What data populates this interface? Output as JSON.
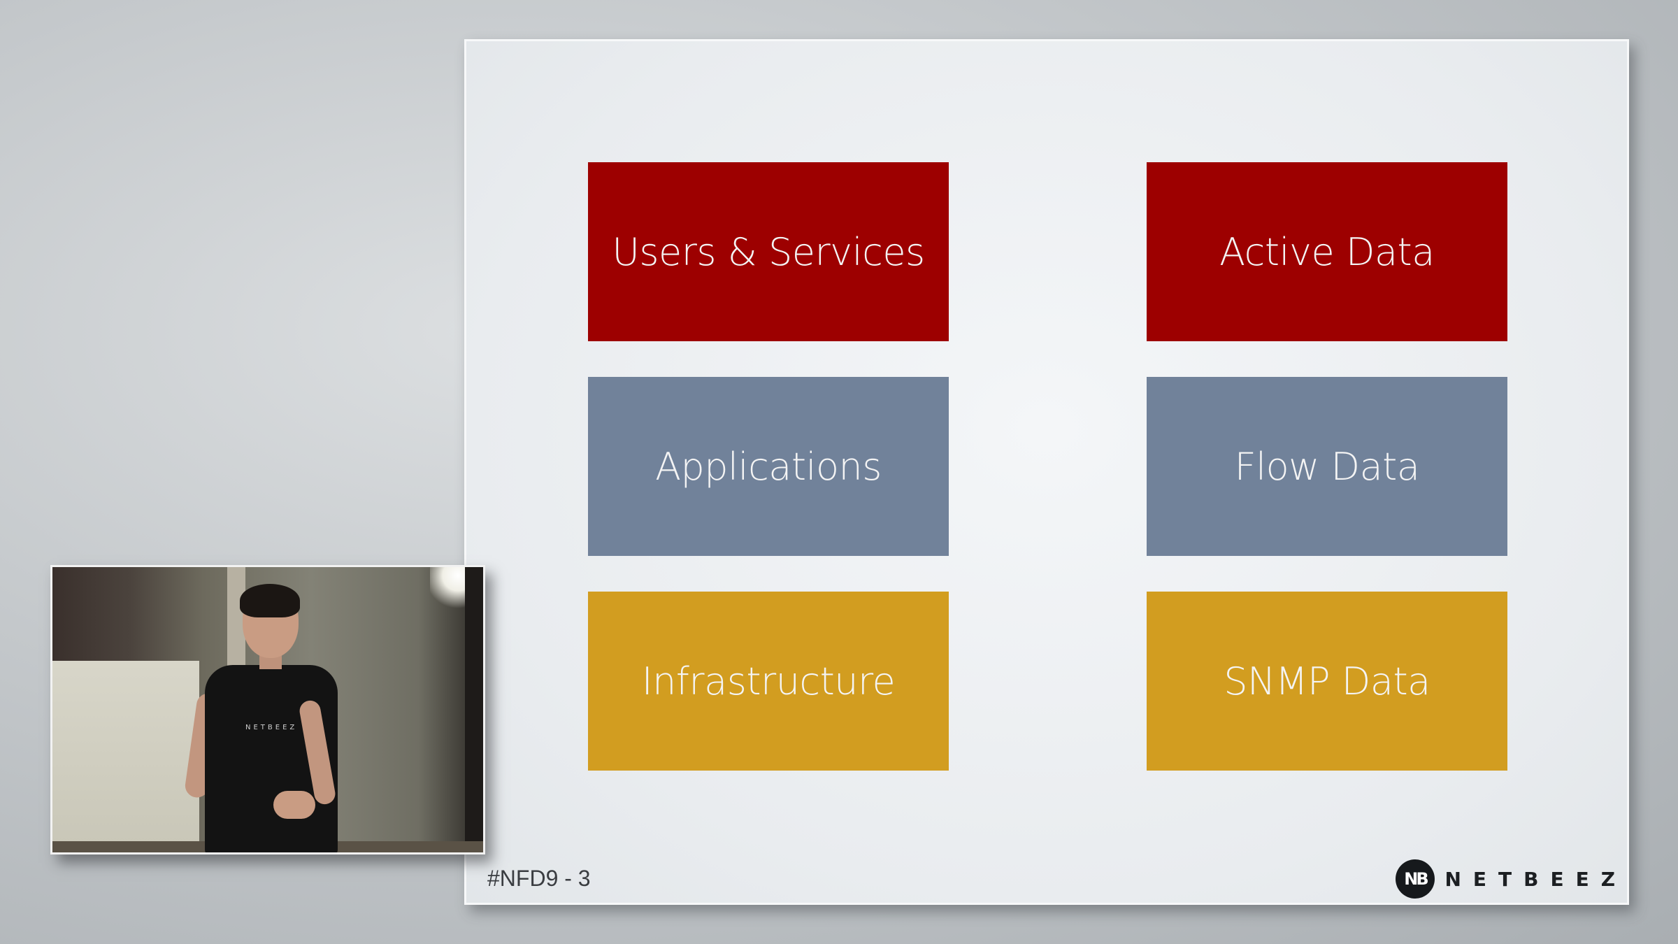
{
  "slide": {
    "tiles": [
      {
        "label": "Users & Services",
        "color": "#9d0000"
      },
      {
        "label": "Active Data",
        "color": "#9d0000"
      },
      {
        "label": "Applications",
        "color": "#71829a"
      },
      {
        "label": "Flow Data",
        "color": "#71829a"
      },
      {
        "label": "Infrastructure",
        "color": "#d29d20"
      },
      {
        "label": "SNMP Data",
        "color": "#d29d20"
      }
    ],
    "footer_tag": "#NFD9 - 3",
    "logo": {
      "mark": "NB",
      "wordmark": "NETBEEZ"
    }
  },
  "presenter_video": {
    "shirt_text": "NETBEEZ"
  }
}
